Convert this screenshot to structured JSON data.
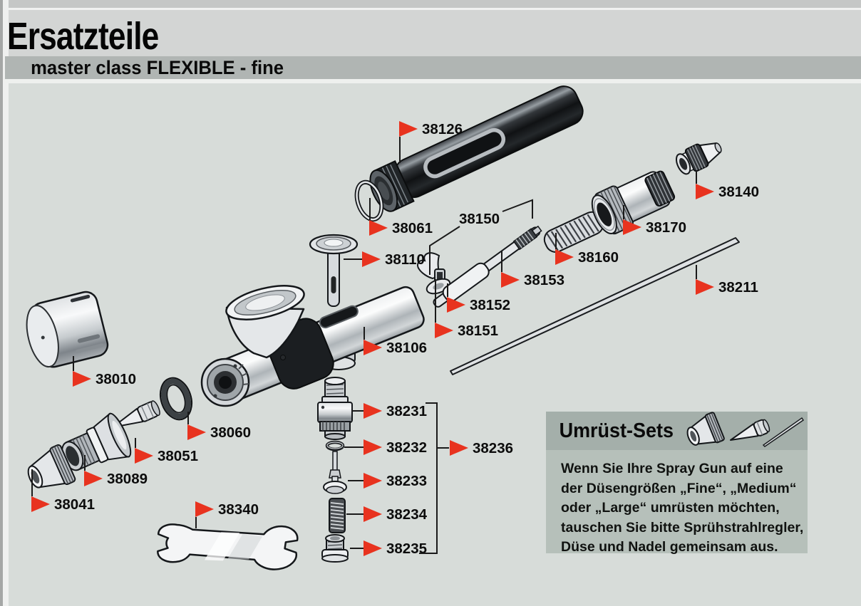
{
  "header": {
    "title": "Ersatzteile",
    "subtitle": "master class FLEXIBLE - fine"
  },
  "parts": {
    "38126": "38126",
    "38061": "38061",
    "38110": "38110",
    "38150": "38150",
    "38153": "38153",
    "38152": "38152",
    "38151": "38151",
    "38160": "38160",
    "38170": "38170",
    "38140": "38140",
    "38211": "38211",
    "38106": "38106",
    "38010": "38010",
    "38060": "38060",
    "38051": "38051",
    "38089": "38089",
    "38041": "38041",
    "38340": "38340",
    "38231": "38231",
    "38232": "38232",
    "38233": "38233",
    "38234": "38234",
    "38235": "38235",
    "38236": "38236"
  },
  "infobox": {
    "title": "Umrüst-Sets",
    "lines": [
      "Wenn Sie Ihre Spray Gun auf eine",
      "der Düsengrößen „Fine“, „Medium“",
      "oder „Large“ umrüsten möchten,",
      "tauschen Sie bitte Sprühstrahlregler,",
      "Düse und Nadel gemeinsam aus."
    ],
    "icons": [
      "nozzle-cap-icon",
      "nozzle-icon",
      "needle-icon"
    ]
  },
  "colors": {
    "page_bg": "#d3d5d4",
    "subtitle_bar_bg": "#b0b5b3",
    "diagram_bg": "#d7dcd9",
    "flag_red": "#e8331f",
    "infobox_header_bg": "#a4afaa",
    "infobox_body_bg": "#b6c0ba",
    "text": "#0c0c0c"
  }
}
